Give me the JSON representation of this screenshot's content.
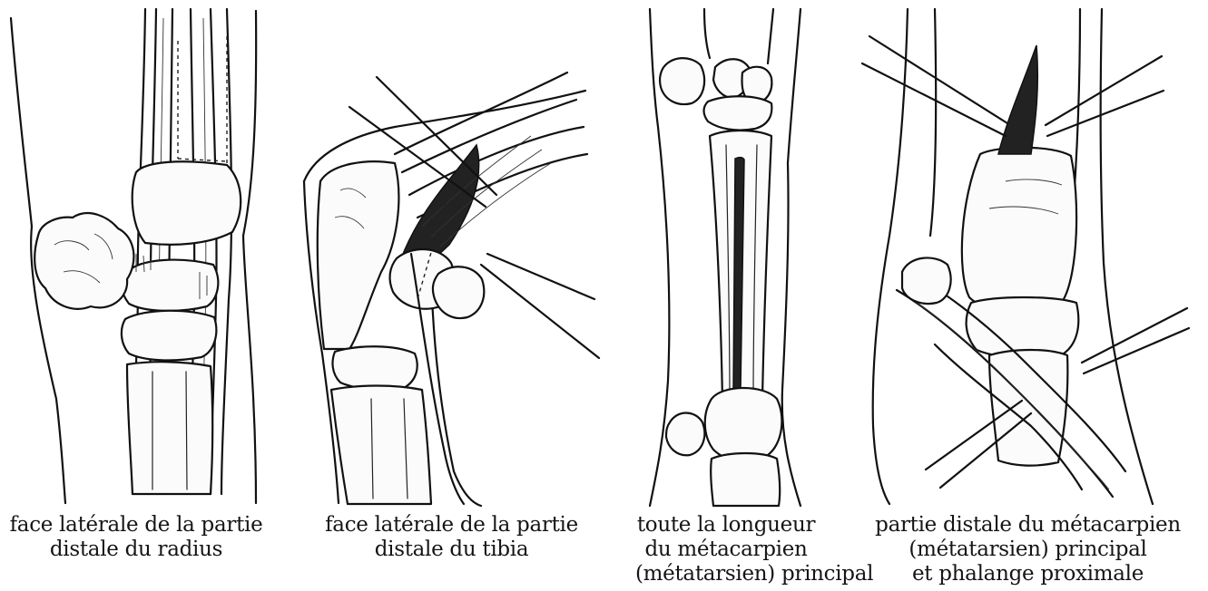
{
  "panels": [
    {
      "caption_lines": [
        "face latérale de la partie",
        "distale du radius"
      ]
    },
    {
      "caption_lines": [
        "face latérale de la partie",
        "distale du tibia"
      ]
    },
    {
      "caption_lines": [
        "toute la longueur",
        "du métacarpien",
        "(métatarsien) principal"
      ]
    },
    {
      "caption_lines": [
        "partie distale du métacarpien",
        "(métatarsien) principal",
        "et phalange proximale"
      ]
    }
  ]
}
